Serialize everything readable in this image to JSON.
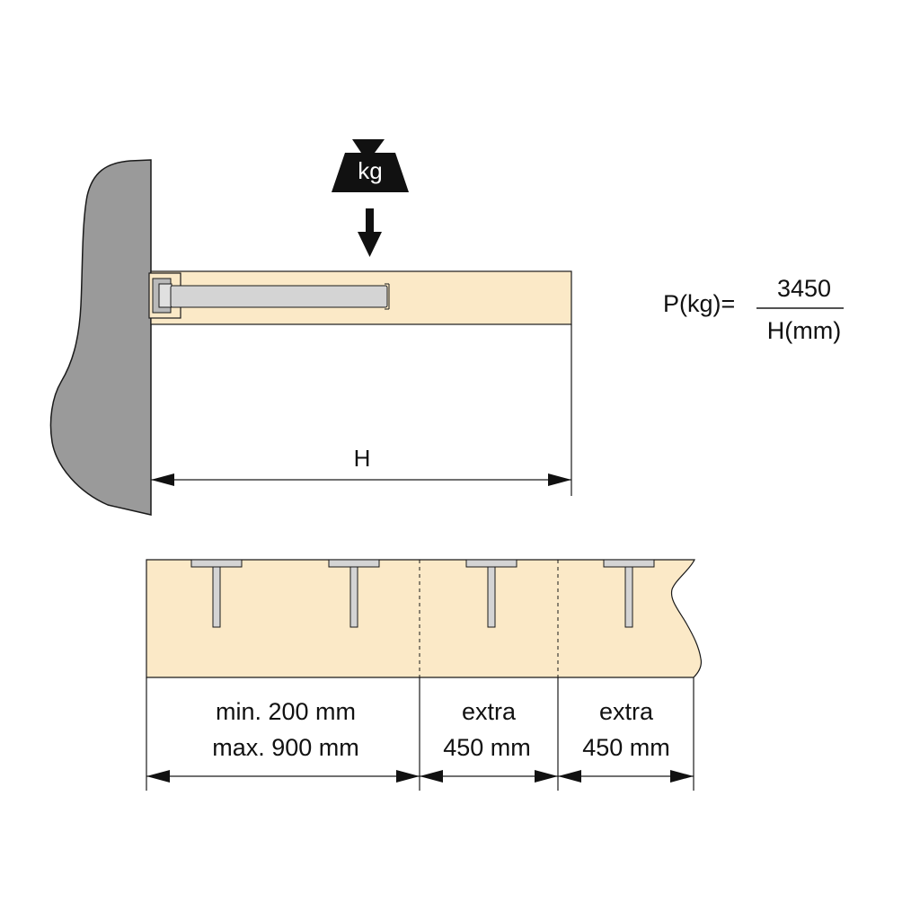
{
  "weight": {
    "label": "kg"
  },
  "dimension": {
    "height_label": "H"
  },
  "formula": {
    "lhs": "P(kg)=",
    "numerator": "3450",
    "denominator": "H(mm)"
  },
  "spacing": {
    "first": {
      "line1": "min. 200 mm",
      "line2": "max. 900 mm"
    },
    "second": {
      "line1": "extra",
      "line2": "450 mm"
    },
    "third": {
      "line1": "extra",
      "line2": "450 mm"
    }
  },
  "colors": {
    "shelf": "#fbe9c7",
    "wall": "#9a9a9a",
    "pin": "#d4d4d4",
    "line": "#1a1a1a"
  }
}
